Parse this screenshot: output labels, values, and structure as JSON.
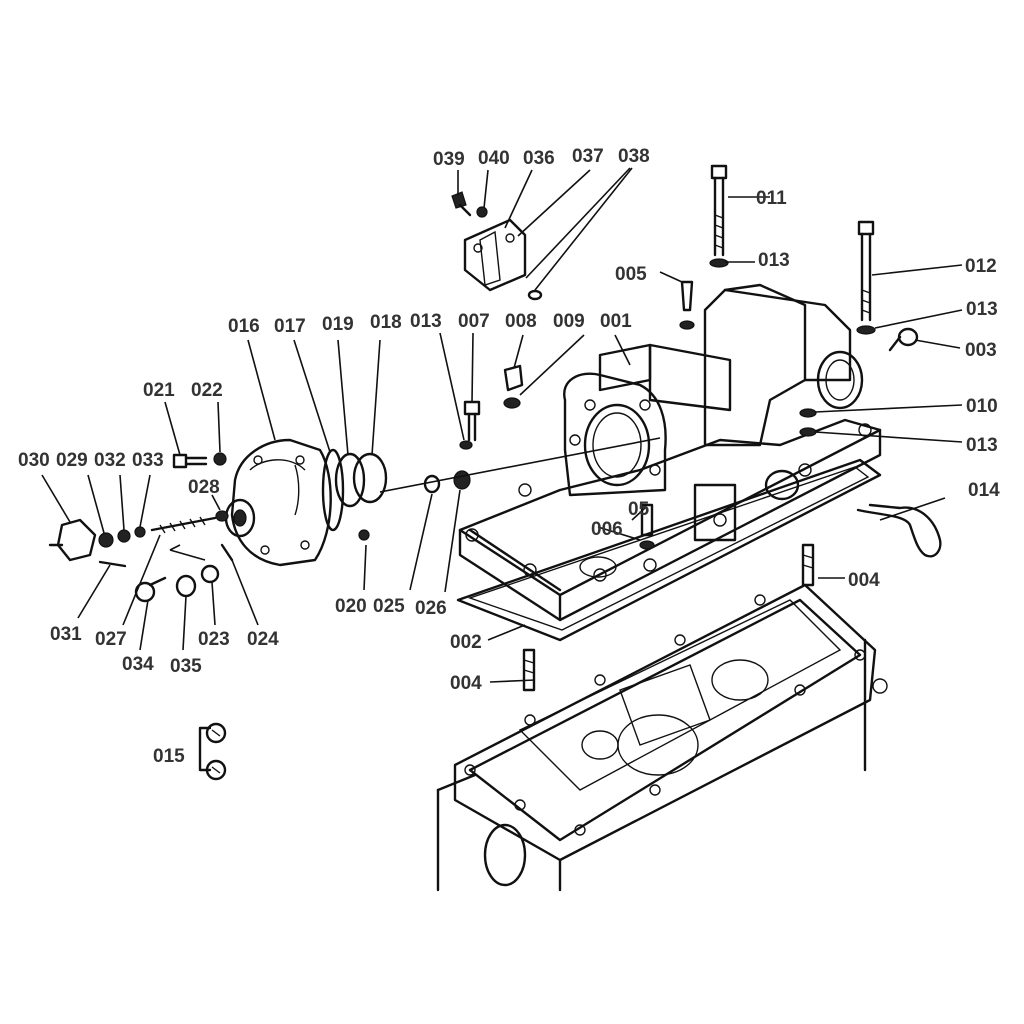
{
  "labels": {
    "p001": "001",
    "p002": "002",
    "p003": "003",
    "p004a": "004",
    "p004b": "004",
    "p005": "005",
    "p006": "006",
    "p007": "007",
    "p008": "008",
    "p009": "009",
    "p010": "010",
    "p011": "011",
    "p012": "012",
    "p013a": "013",
    "p013b": "013",
    "p013c": "013",
    "p013d": "013",
    "p014": "014",
    "p015": "015",
    "p016": "016",
    "p017": "017",
    "p018": "018",
    "p019": "019",
    "p020": "020",
    "p021": "021",
    "p022": "022",
    "p023": "023",
    "p024": "024",
    "p025": "025",
    "p026": "026",
    "p027": "027",
    "p028": "028",
    "p029": "029",
    "p030": "030",
    "p031": "031",
    "p032": "032",
    "p033": "033",
    "p034": "034",
    "p035": "035",
    "p036": "036",
    "p037": "037",
    "p038": "038",
    "p039": "039",
    "p040": "040",
    "p05": "05"
  }
}
